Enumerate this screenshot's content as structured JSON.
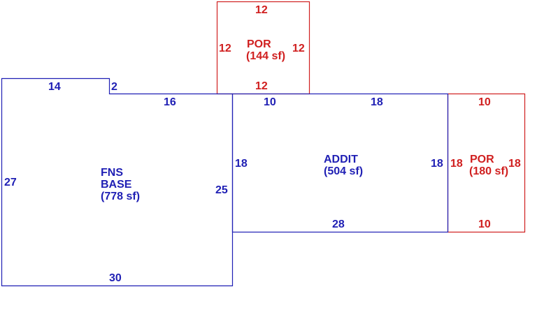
{
  "colors": {
    "living": "#1f1fb4",
    "porch": "#d01f1f",
    "background": "#ffffff"
  },
  "areas": {
    "fns_base": {
      "name_line1": "FNS",
      "name_line2": "BASE",
      "area": "(778 sf)",
      "dims": {
        "top_left": "14",
        "notch": "2",
        "top_right": "16",
        "left": "27",
        "right": "25",
        "bottom": "30"
      }
    },
    "addit": {
      "name": "ADDIT",
      "area": "(504 sf)",
      "dims": {
        "top_left": "10",
        "top_right": "18",
        "left": "18",
        "right": "18",
        "bottom": "28"
      }
    },
    "por_top": {
      "name": "POR",
      "area": "(144 sf)",
      "dims": {
        "top": "12",
        "left": "12",
        "right": "12",
        "bottom": "12"
      }
    },
    "por_right": {
      "name": "POR",
      "area": "(180 sf)",
      "dims": {
        "top": "10",
        "left": "18",
        "right": "18",
        "bottom": "10"
      }
    }
  }
}
